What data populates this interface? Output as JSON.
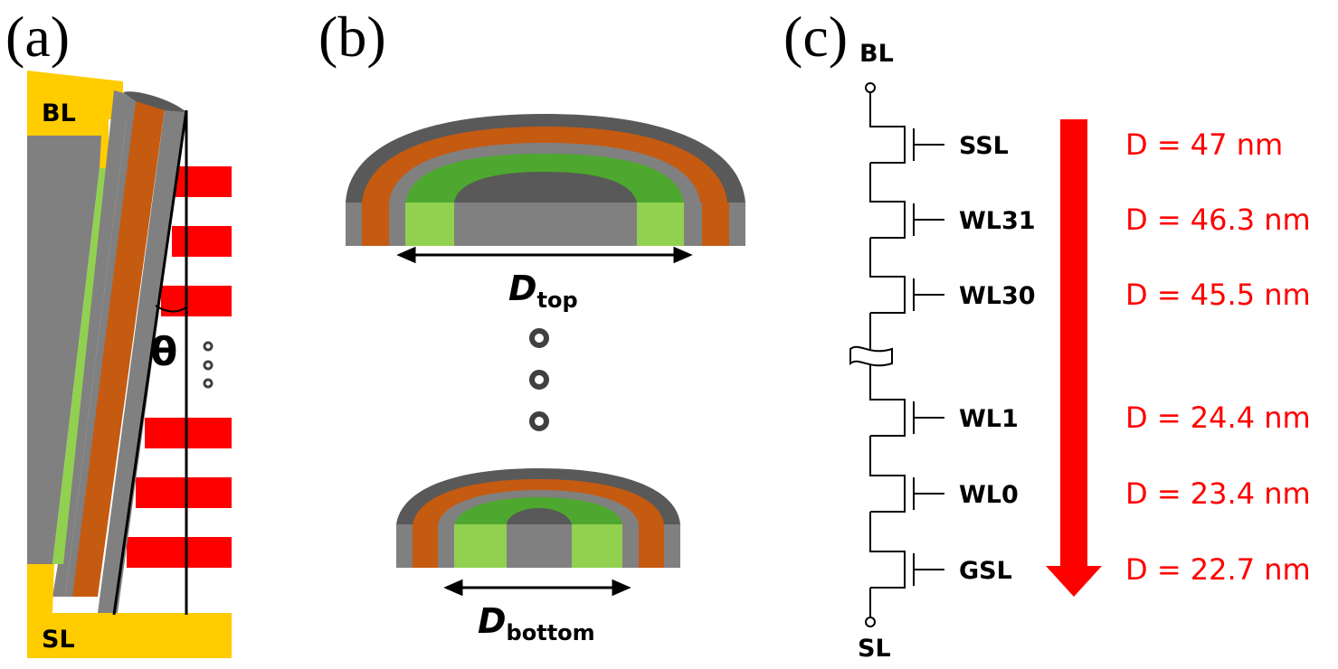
{
  "panels": {
    "a": {
      "label": "(a)",
      "bl": "BL",
      "sl": "SL",
      "theta": "θ"
    },
    "b": {
      "label": "(b)",
      "d_main": "D",
      "d_top_sub": "top",
      "d_bottom_sub": "bottom"
    },
    "c": {
      "label": "(c)",
      "bl": "BL",
      "sl": "SL",
      "transistors": [
        {
          "name": "SSL",
          "d": "D = 47 nm"
        },
        {
          "name": "WL31",
          "d": "D = 46.3 nm"
        },
        {
          "name": "WL30",
          "d": "D = 45.5 nm"
        },
        {
          "name": "WL1",
          "d": "D = 24.4 nm"
        },
        {
          "name": "WL0",
          "d": "D = 23.4 nm"
        },
        {
          "name": "GSL",
          "d": "D = 22.7 nm"
        }
      ]
    }
  },
  "colors": {
    "gold": "#ffcc00",
    "gray": "#808080",
    "dark_gray": "#595959",
    "orange": "#c55a11",
    "light_green": "#92d050",
    "green": "#4ea72e",
    "red": "#ff0000"
  }
}
